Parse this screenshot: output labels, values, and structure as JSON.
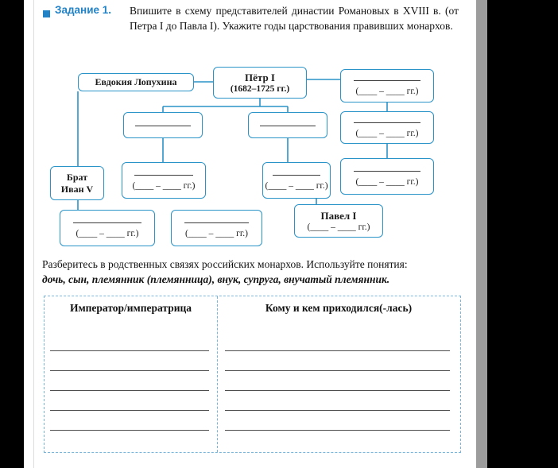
{
  "colors": {
    "backdrop": "#000000",
    "page": "#ffffff",
    "accent_blue": "#2a93c8",
    "label_blue": "#2282c6"
  },
  "header": {
    "task_label": "Задание 1.",
    "task_text": "Впишите в схему представителей династии Романовых в XVIII в. (от Петра I до Павла I). Укажите годы царствования правивших монархов."
  },
  "diagram": {
    "evdokia": {
      "name": "Евдокия Лопухина"
    },
    "petr": {
      "name": "Пётр I",
      "years": "(1682–1725 гг.)"
    },
    "top_right": {
      "years": "(____ – ____ гг.)"
    },
    "row2_right": {
      "years": "(____ – ____ гг.)"
    },
    "ivan": {
      "line1": "Брат",
      "line2": "Иван V"
    },
    "row3_left": {
      "years": "(____ – ____ гг.)"
    },
    "row3_center": {
      "years": "(____ – ____ гг.)"
    },
    "row3_right": {
      "years": "(____ – ____ гг.)"
    },
    "row4_left": {
      "years": "(____ – ____ гг.)"
    },
    "row4_center": {
      "years": "(____ – ____ гг.)"
    },
    "pavel": {
      "name": "Павел I",
      "years": "(____ – ____ гг.)"
    }
  },
  "section2": {
    "intro": "Разберитесь в родственных связях российских монархов. Используйте понятия:",
    "terms": "дочь, сын, племянник (племянница), внук, супруга, внучатый племянник."
  },
  "table": {
    "col1_header": "Император/императрица",
    "col2_header": "Кому и кем приходился(-лась)",
    "row_count": 5
  }
}
